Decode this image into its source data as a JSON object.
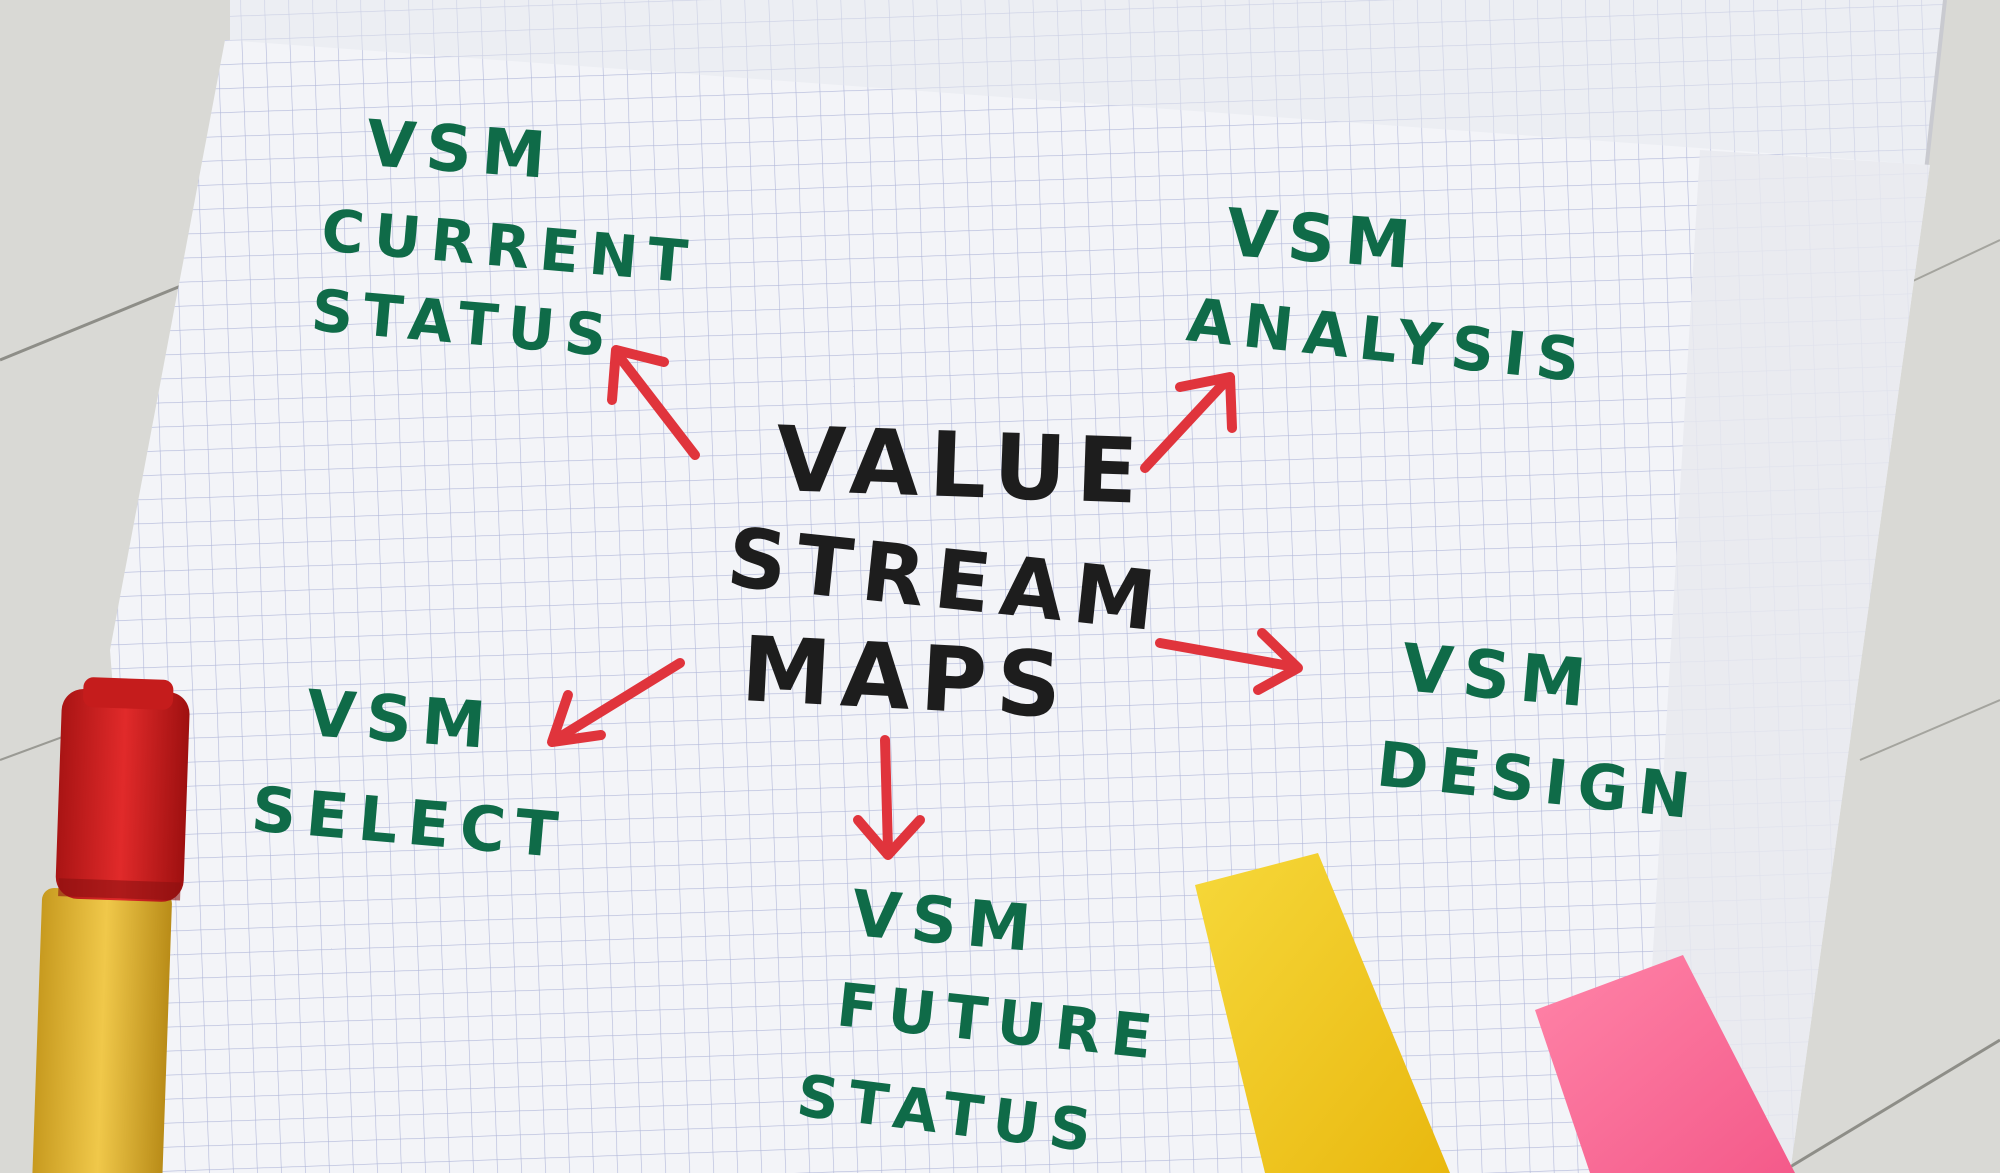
{
  "colors": {
    "ink_green": "#0f6b48",
    "ink_black": "#1d1d1d",
    "arrow_red": "#e0343c",
    "paper": "#f3f4f8",
    "grid_line": "#9aa2cf",
    "desk": "#dadad6",
    "marker_cap": "#d41f1f",
    "marker_body": "#e8bd3a",
    "note_yellow": "#f2cd1e",
    "note_pink": "#fb6e97"
  },
  "center_topic": {
    "line1": "VALUE",
    "line2": "STREAM",
    "line3": "MAPS"
  },
  "branches": {
    "current_status": {
      "line1": "VSM",
      "line2": "CURRENT",
      "line3": "STATUS"
    },
    "analysis": {
      "line1": "VSM",
      "line2": "ANALYSIS"
    },
    "design": {
      "line1": "VSM",
      "line2": "DESIGN"
    },
    "select": {
      "line1": "VSM",
      "line2": "SELECT"
    },
    "future_status": {
      "line1": "VSM",
      "line2": "FUTURE",
      "line3": "STATUS"
    }
  },
  "icons": {
    "marker": "marker-icon",
    "sticky_notes": "sticky-note-icon"
  }
}
